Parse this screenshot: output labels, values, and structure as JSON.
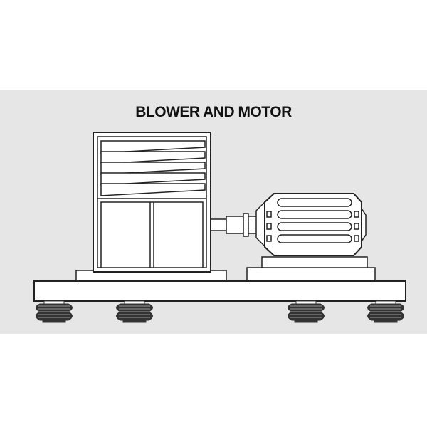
{
  "diagram": {
    "title": "BLOWER AND MOTOR",
    "colors": {
      "panel": "#e6e6e6",
      "line": "#222222",
      "fill": "#ffffff",
      "isolator": "#333333"
    },
    "components": [
      "blower-unit",
      "coupling",
      "electric-motor",
      "motor-base",
      "inertia-base",
      "spring-isolator"
    ]
  }
}
